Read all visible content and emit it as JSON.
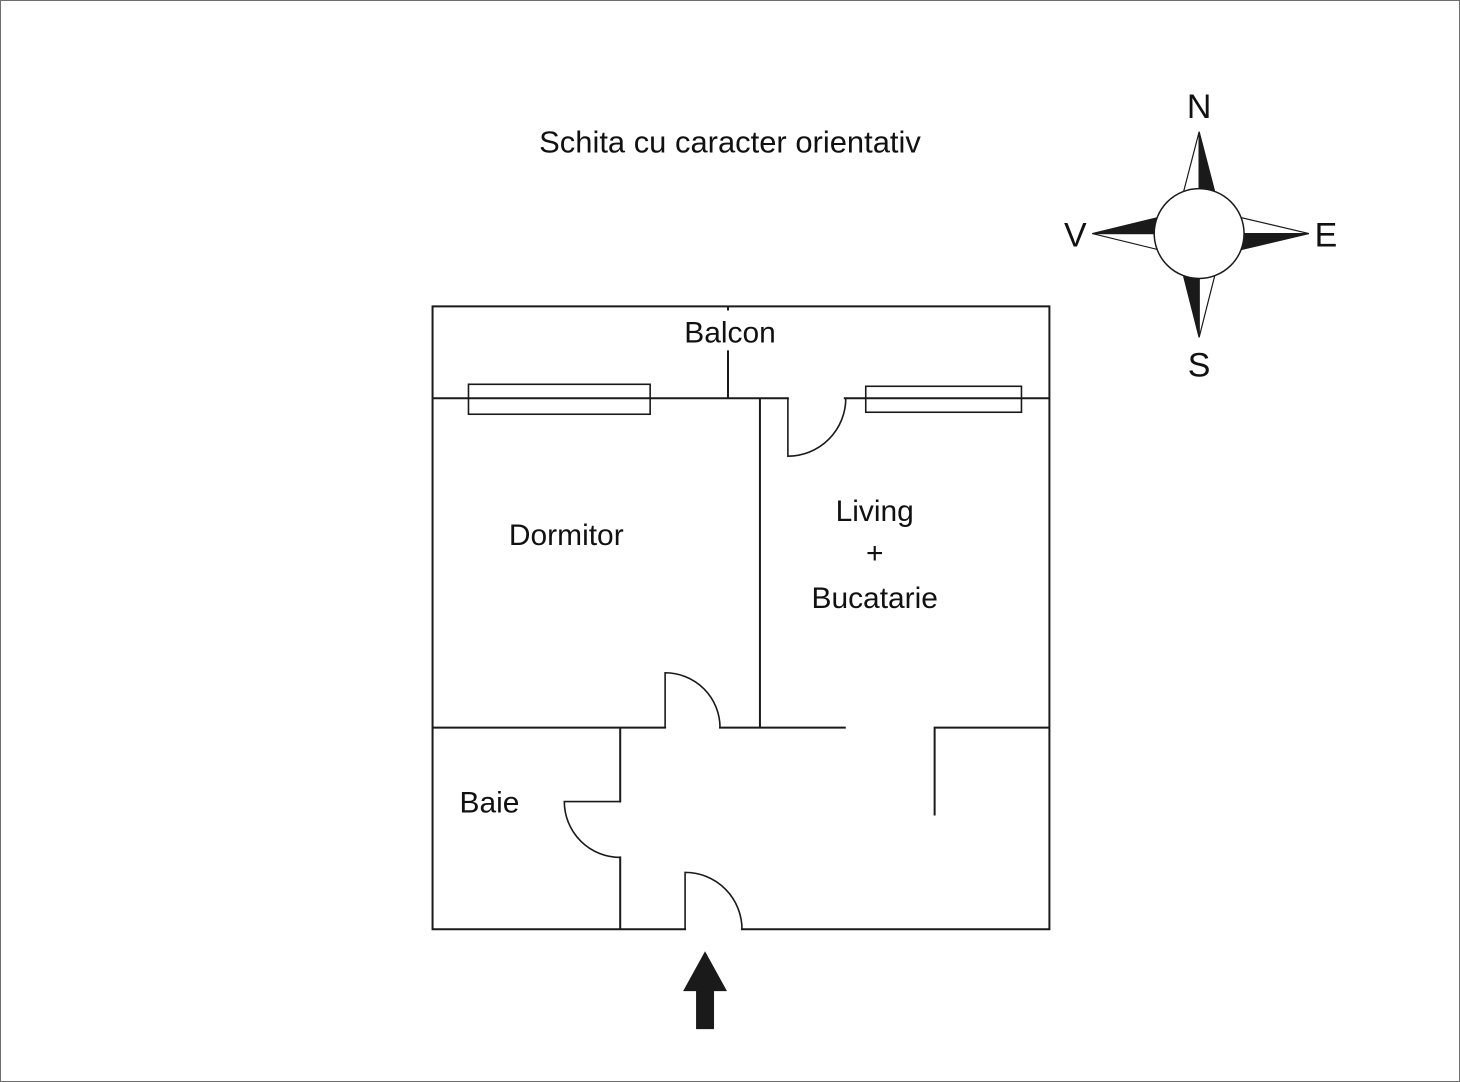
{
  "title": "Schita cu caracter orientativ",
  "compass": {
    "north": "N",
    "east": "E",
    "south": "S",
    "west": "V"
  },
  "rooms": {
    "balcony": "Balcon",
    "bedroom": "Dormitor",
    "living_kitchen": [
      "Living",
      "+",
      "Bucatarie"
    ],
    "bathroom": "Baie"
  },
  "colors": {
    "line": "#1a1a1a",
    "background": "#ffffff"
  }
}
